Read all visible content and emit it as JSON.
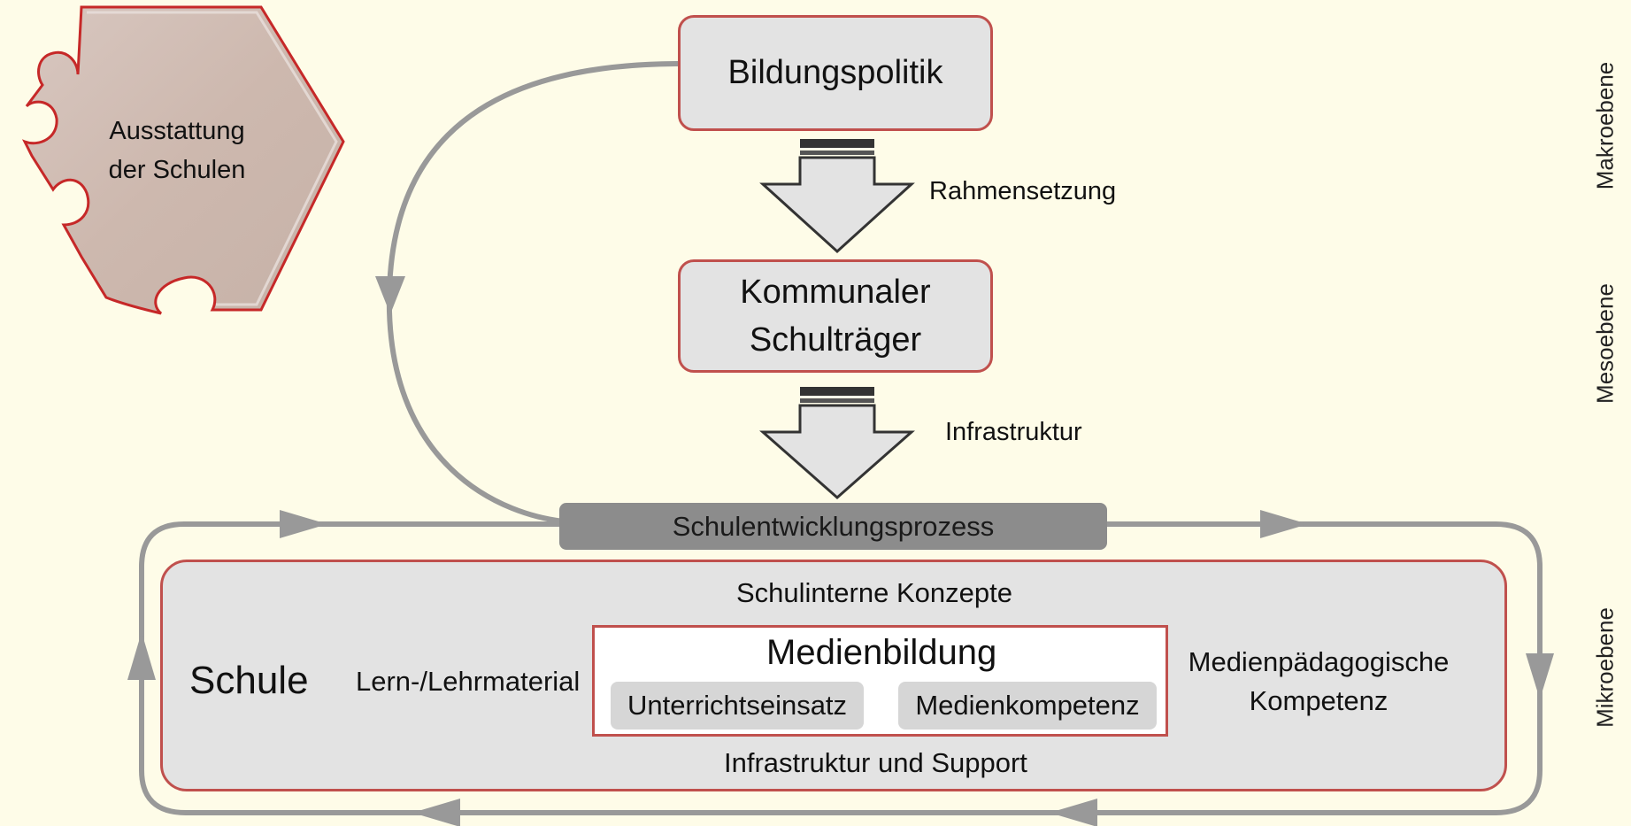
{
  "puzzle": {
    "label_line1": "Ausstattung",
    "label_line2": "der Schulen"
  },
  "nodes": {
    "bildungspolitik": "Bildungspolitik",
    "schultraeger_line1": "Kommunaler",
    "schultraeger_line2": "Schulträger"
  },
  "arrows": {
    "rahmensetzung": "Rahmensetzung",
    "infrastruktur": "Infrastruktur"
  },
  "process": {
    "label": "Schulentwicklungsprozess"
  },
  "schule": {
    "title": "Schule",
    "top_label": "Schulinterne Konzepte",
    "left_label": "Lern-/Lehrmaterial",
    "right_label_line1": "Medienpädagogische",
    "right_label_line2": "Kompetenz",
    "bottom_label": "Infrastruktur und Support",
    "medienbildung": {
      "title": "Medienbildung",
      "item1": "Unterrichtseinsatz",
      "item2": "Medienkompetenz"
    }
  },
  "levels": {
    "makro": "Makroebene",
    "meso": "Mesoebene",
    "mikro": "Mikroebene"
  },
  "colors": {
    "background": "#fefce8",
    "box_fill": "#e3e3e3",
    "box_border": "#c0504d",
    "arrow_gray": "#999999",
    "process_bar": "#8c8c8c"
  }
}
